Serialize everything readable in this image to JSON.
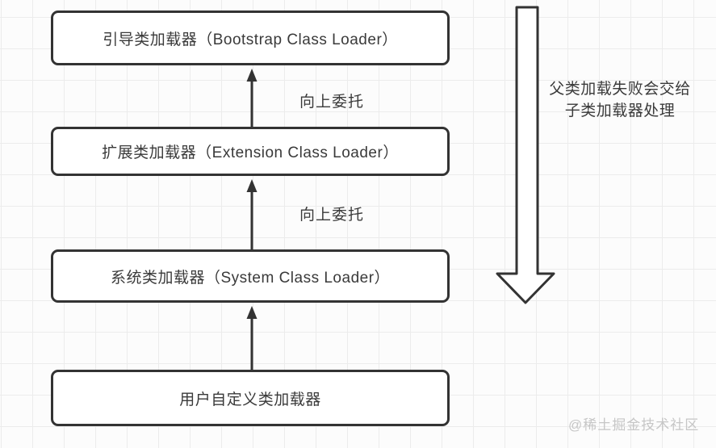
{
  "colors": {
    "stroke": "#333333",
    "box-fill": "#ffffff",
    "text": "#3a3a3a",
    "grid-line": "#ececec",
    "canvas-bg": "#fcfcfc",
    "watermark": "#c6c6c6"
  },
  "diagram": {
    "boxes": [
      {
        "id": "bootstrap",
        "label": "引导类加载器（Bootstrap Class Loader）"
      },
      {
        "id": "extension",
        "label": "扩展类加载器（Extension Class Loader）"
      },
      {
        "id": "system",
        "label": "系统类加载器（System Class Loader）"
      },
      {
        "id": "custom",
        "label": "用户自定义类加载器"
      }
    ],
    "delegate_labels": {
      "first": "向上委托",
      "second": "向上委托"
    },
    "side_note": {
      "line1": "父类加载失败会交给",
      "line2": "子类加载器处理"
    },
    "watermark": "@稀土掘金技术社区"
  }
}
